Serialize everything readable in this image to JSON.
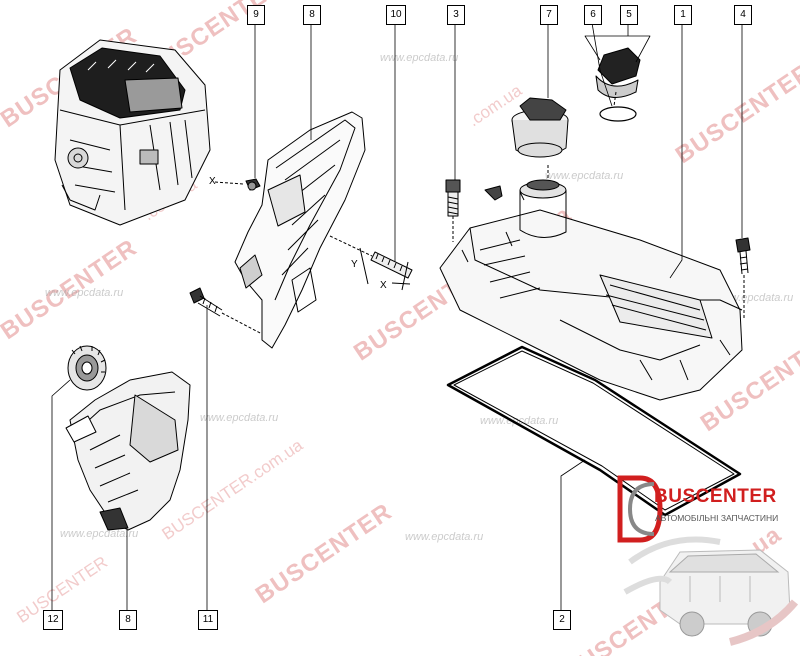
{
  "diagram": {
    "callouts": {
      "c1": "1",
      "c2": "2",
      "c3": "3",
      "c4": "4",
      "c5": "5",
      "c6": "6",
      "c7": "7",
      "c8a": "8",
      "c8b": "8",
      "c9": "9",
      "c10": "10",
      "c11": "11",
      "c12": "12"
    },
    "axis_labels": {
      "x1": "X",
      "x2": "X",
      "y": "Y"
    }
  },
  "watermarks": {
    "buscenter": "BUSCENTER",
    "domain": ".com.ua",
    "buscenter_full": "BUSCENTER.com.ua",
    "site": "www.epcdata.ru"
  },
  "logo": {
    "title": "BUSCENTER",
    "subtitle": "АВТОМОБІЛЬНІ ЗАПЧАСТИНИ",
    "brand_color": "#d11f1f"
  }
}
